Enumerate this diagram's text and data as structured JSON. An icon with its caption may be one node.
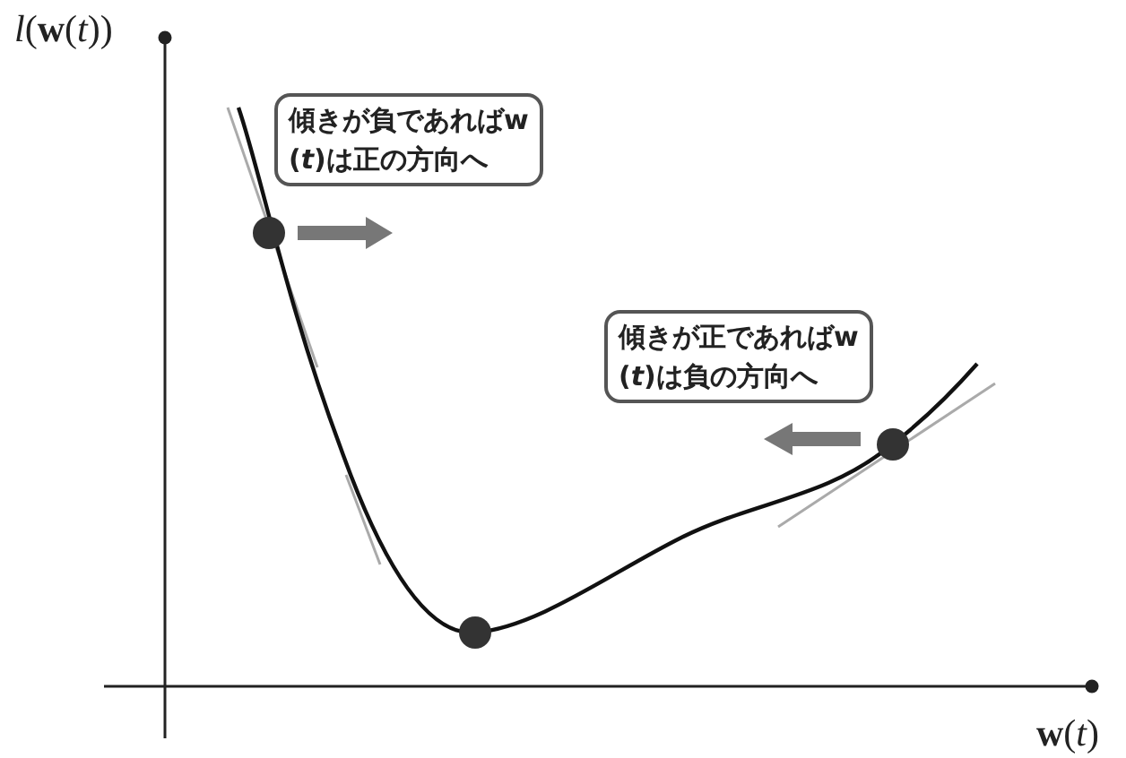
{
  "diagram": {
    "nodes": [
      {
        "text": [
          "傾きが負であればw(*t*)は正の方向へ"
        ]
      },
      {
        "text": [
          "傾きが正であればw(*t*)は負の方向へ"
        ]
      }
    ],
    "edges": [],
    "labels": [
      "*l*(**w**(*t*))",
      "**w**(*t*)"
    ]
  }
}
